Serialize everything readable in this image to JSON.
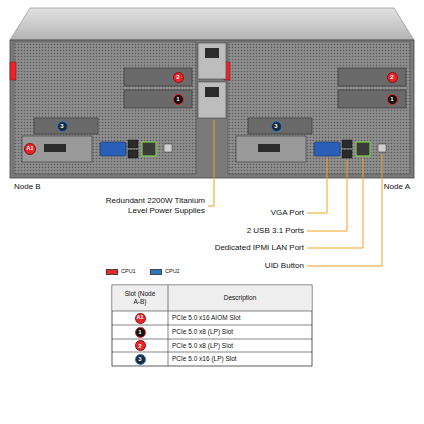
{
  "diagram": {
    "labels": [
      "Node B",
      "Node A",
      "2",
      "1",
      "3",
      "A1",
      "3",
      "2",
      "1",
      "Redundant 2200W Titanium Level Power Supplies",
      "VGA Port",
      "2 USB 3.1 Ports",
      "Dedicated IPMI LAN Port",
      "UID Button",
      "Slot (Node A-B)",
      "Description",
      "A1",
      "PCIe 5.0 x16 AIOM Slot",
      "1",
      "PCIe 5.0 x8 (LP) Slot",
      "2",
      "PCIe 5.0 x8 (LP) Slot",
      "3",
      "PCIe 5.0 x16 (LP) Slot"
    ],
    "legend": [
      {
        "text": "CPU1",
        "color": "#e8252a"
      },
      {
        "text": "CPU2",
        "color": "#2a7bc4"
      }
    ]
  }
}
